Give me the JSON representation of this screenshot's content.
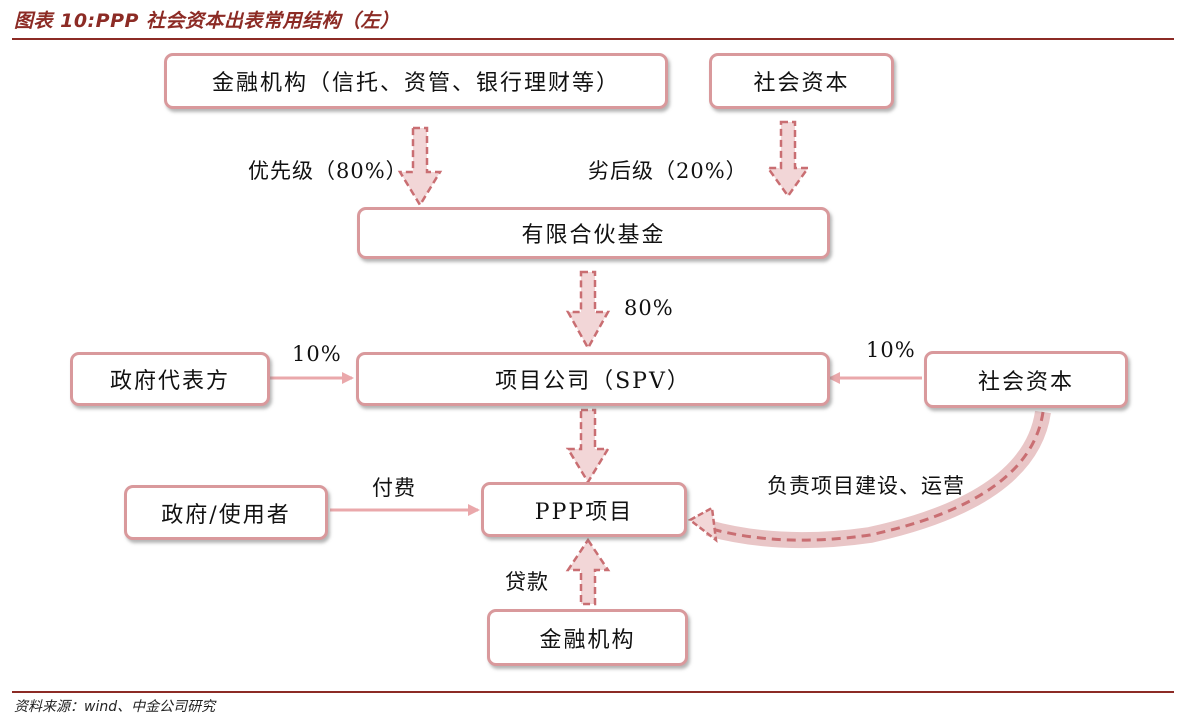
{
  "figure": {
    "title": "图表 10:PPP 社会资本出表常用结构（左）",
    "source": "资料来源：wind、中金公司研究"
  },
  "nodes": {
    "financial_institutions_top": "金融机构（信托、资管、银行理财等）",
    "social_capital_top": "社会资本",
    "limited_partnership_fund": "有限合伙基金",
    "government_rep": "政府代表方",
    "project_company_spv": "项目公司（SPV）",
    "social_capital_right": "社会资本",
    "government_users": "政府/使用者",
    "ppp_project": "PPP项目",
    "financial_institutions_bottom": "金融机构"
  },
  "edges": {
    "senior": "优先级（80%）",
    "junior": "劣后级（20%）",
    "fund_to_spv": "80%",
    "gov_to_spv": "10%",
    "social_to_spv": "10%",
    "payment": "付费",
    "construction_operation": "负责项目建设、运营",
    "loan": "贷款"
  },
  "colors": {
    "accent": "#8c2b25",
    "box_border": "#d9999c",
    "arrow_fill": "#f2d6d7",
    "arrow_stroke": "#c96e72"
  }
}
